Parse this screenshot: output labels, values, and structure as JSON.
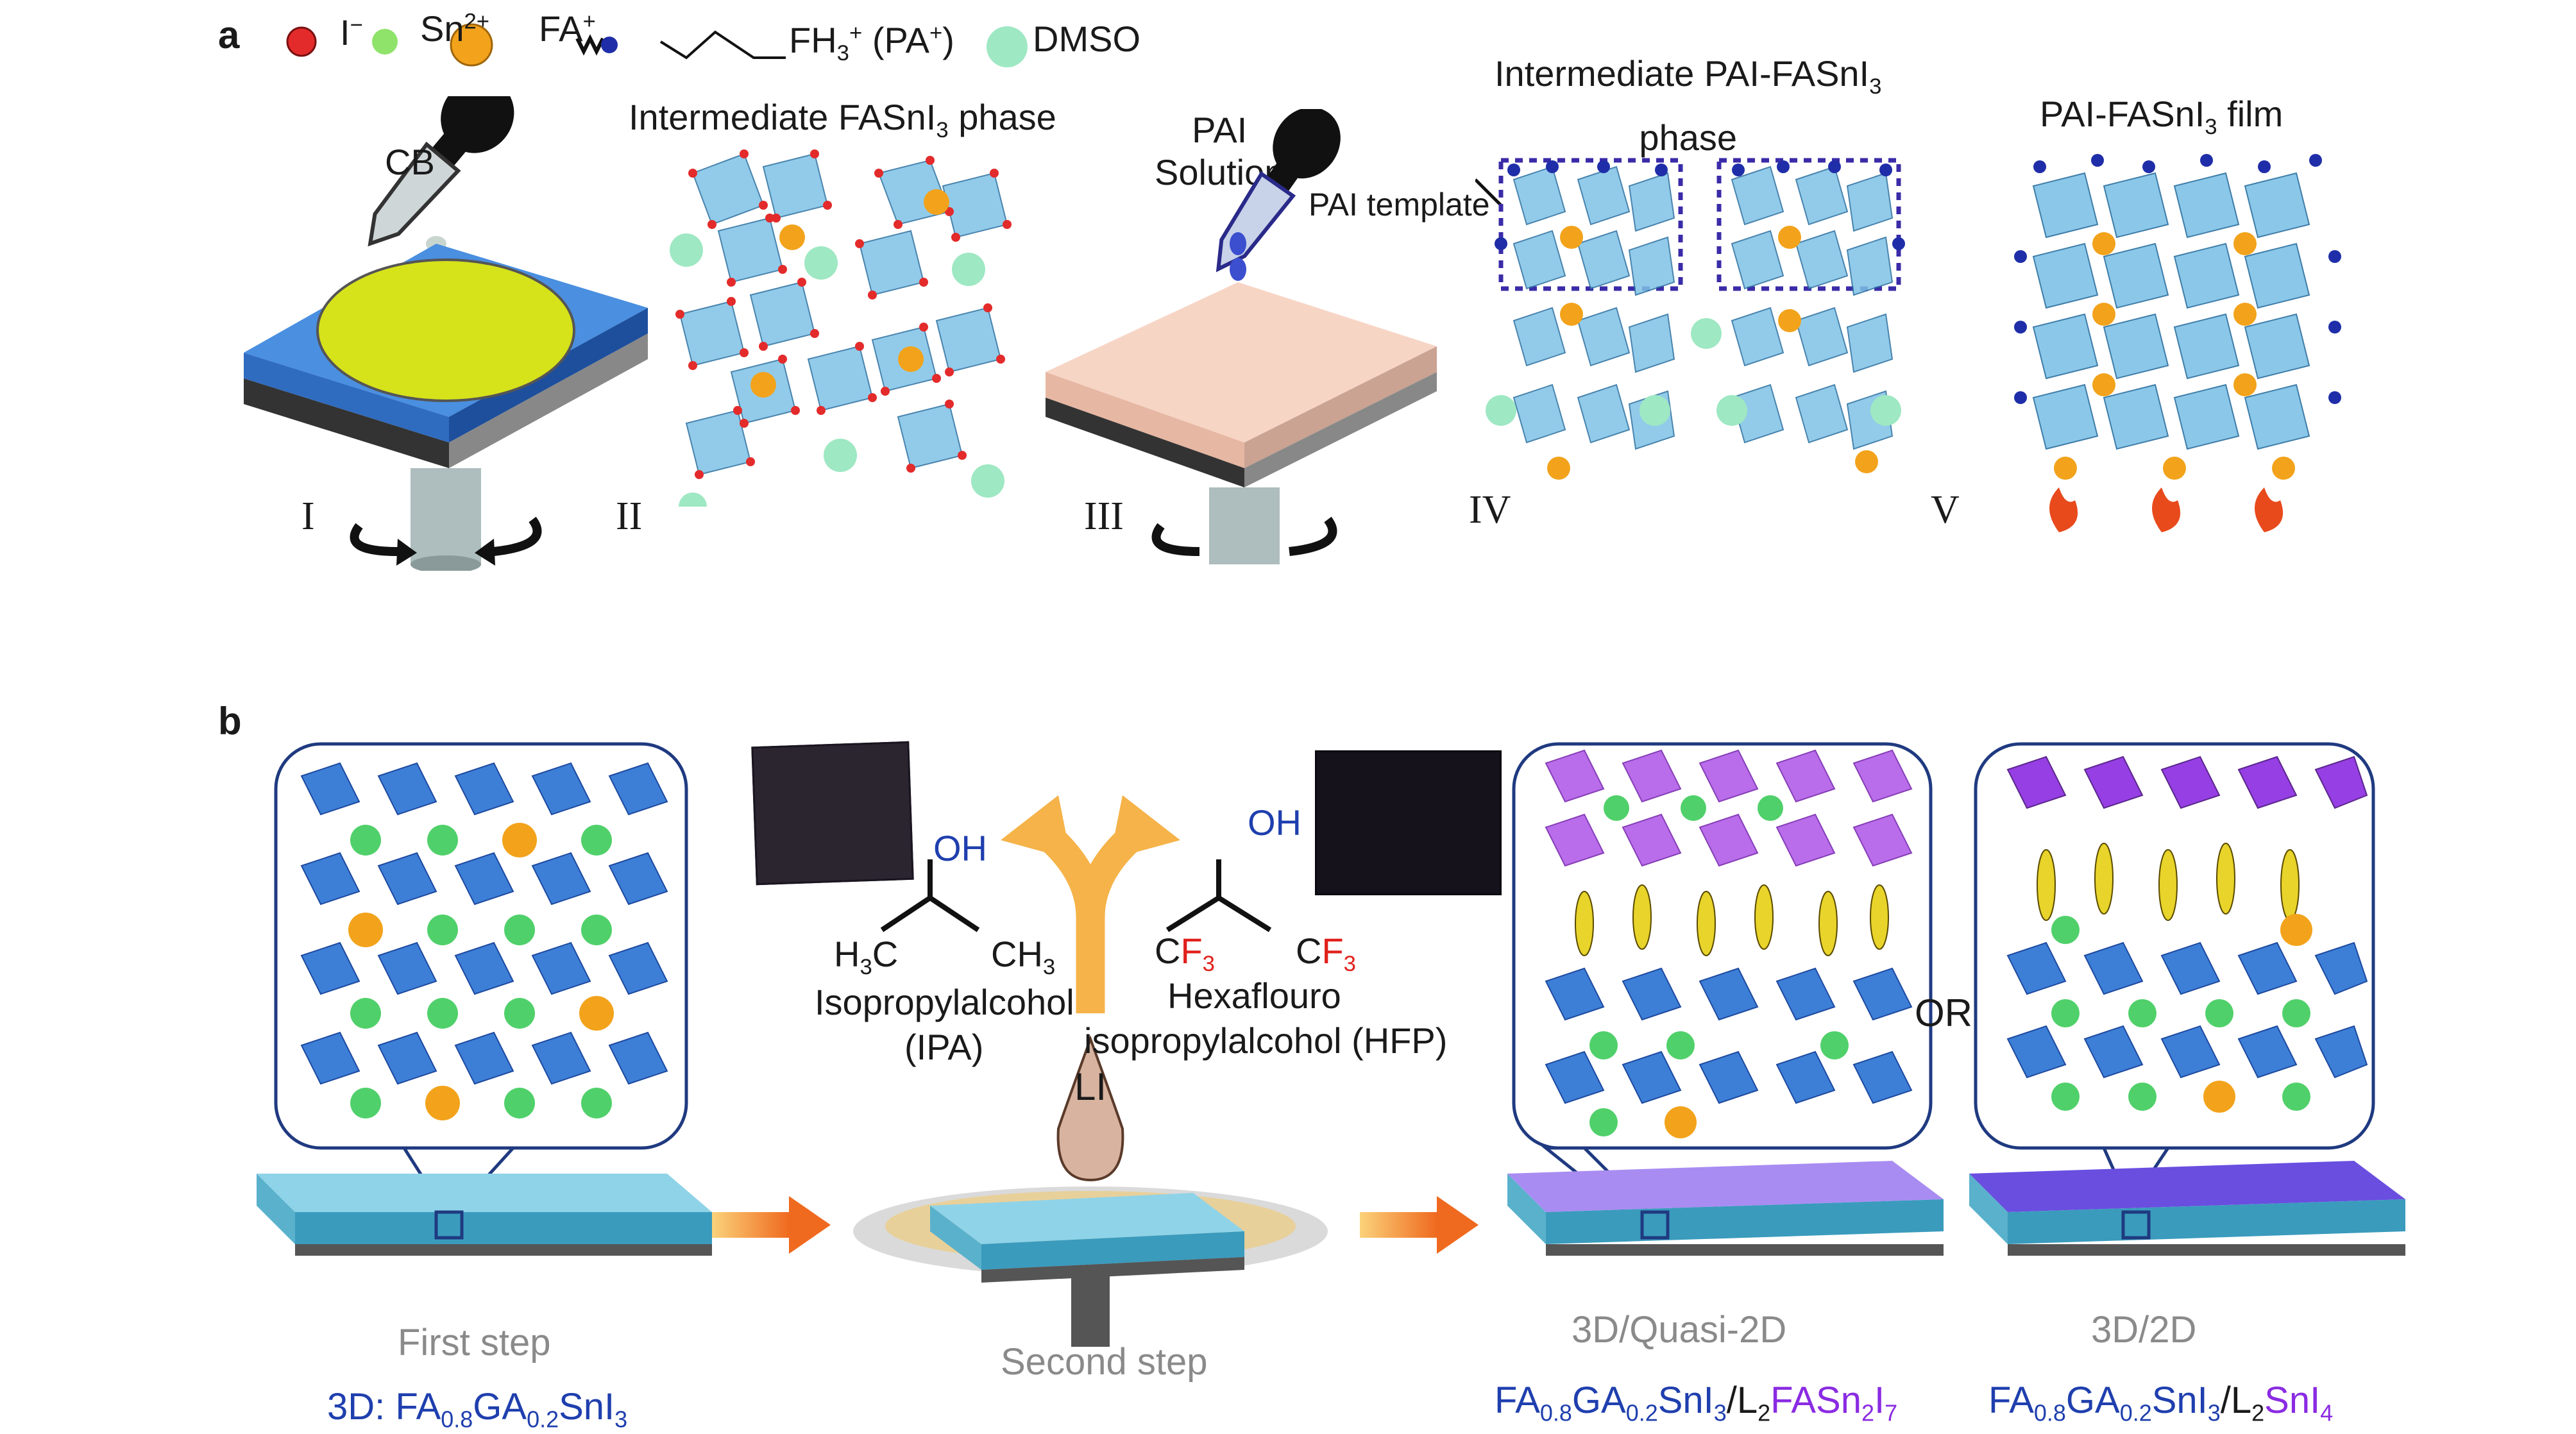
{
  "panel_a": {
    "letter": "a",
    "legend": {
      "iodide": "I",
      "iodide_sup": "−",
      "tin": "Sn",
      "tin_sup": "2+",
      "fa": "FA",
      "fa_sup": "+",
      "pa_formula": "FH",
      "pa_sub": "3",
      "pa_sup": "+",
      "pa_tail": "(PA",
      "pa_tail_sup": "+",
      "pa_close": ")",
      "dmso": "DMSO"
    },
    "cb_label": "CB",
    "step_I": "I",
    "step_II": "II",
    "step_III": "III",
    "step_IV": "IV",
    "step_V": "V",
    "intermediate_fasni3": "Intermediate FASnI",
    "intermediate_fasni3_sub": "3",
    "intermediate_fasni3_tail": " phase",
    "pai_solution_1": "PAI",
    "pai_solution_2": "Solution",
    "pai_template": "PAI template",
    "intermediate_pai_1": "Intermediate PAI-FASnI",
    "intermediate_pai_sub": "3",
    "intermediate_pai_2": "phase",
    "pai_film": "PAI-FASnI",
    "pai_film_sub": "3",
    "pai_film_tail": " film"
  },
  "panel_b": {
    "letter": "b",
    "oh": "OH",
    "h3c": "H",
    "h3c_sub": "3",
    "h3c_c": "C",
    "ch3": "CH",
    "ch3_sub": "3",
    "ipa_name": "Isopropylalcohol",
    "ipa_abbr": "(IPA)",
    "cf3_left_c": "C",
    "cf3_f": "F",
    "cf3_sub": "3",
    "cf3_right_c": "C",
    "hfp_name_1": "Hexaflouro",
    "hfp_name_2": "isopropylalcohol (HFP)",
    "li": "LI",
    "or": "OR",
    "first_step": "First step",
    "second_step": "Second step",
    "quasi_2d": "3D/Quasi-2D",
    "three_d_2d": "3D/2D",
    "formula_3d_prefix": "3D:  FA",
    "fa_sub": "0.8",
    "ga": "GA",
    "ga_sub": "0.2",
    "sni3": "SnI",
    "sni3_sub": "3",
    "slash_l": "/L",
    "l_sub": "2",
    "fasn": "FASn",
    "fasn_sub": "2",
    "i7": "I",
    "i7_sub": "7",
    "sni4": "SnI",
    "sni4_sub": "4"
  },
  "colors": {
    "iodide": "#e32b2b",
    "tin": "#8fe36a",
    "fa": "#f2a31b",
    "dmso": "#9ee8c3",
    "octahedron_a": "#7fc2e6",
    "octahedron_b": "#3d7fd6",
    "octahedron_2d": "#b25ee8",
    "text_blue": "#1f3fae",
    "text_purple": "#8a2be2",
    "text_red": "#e0201b"
  }
}
